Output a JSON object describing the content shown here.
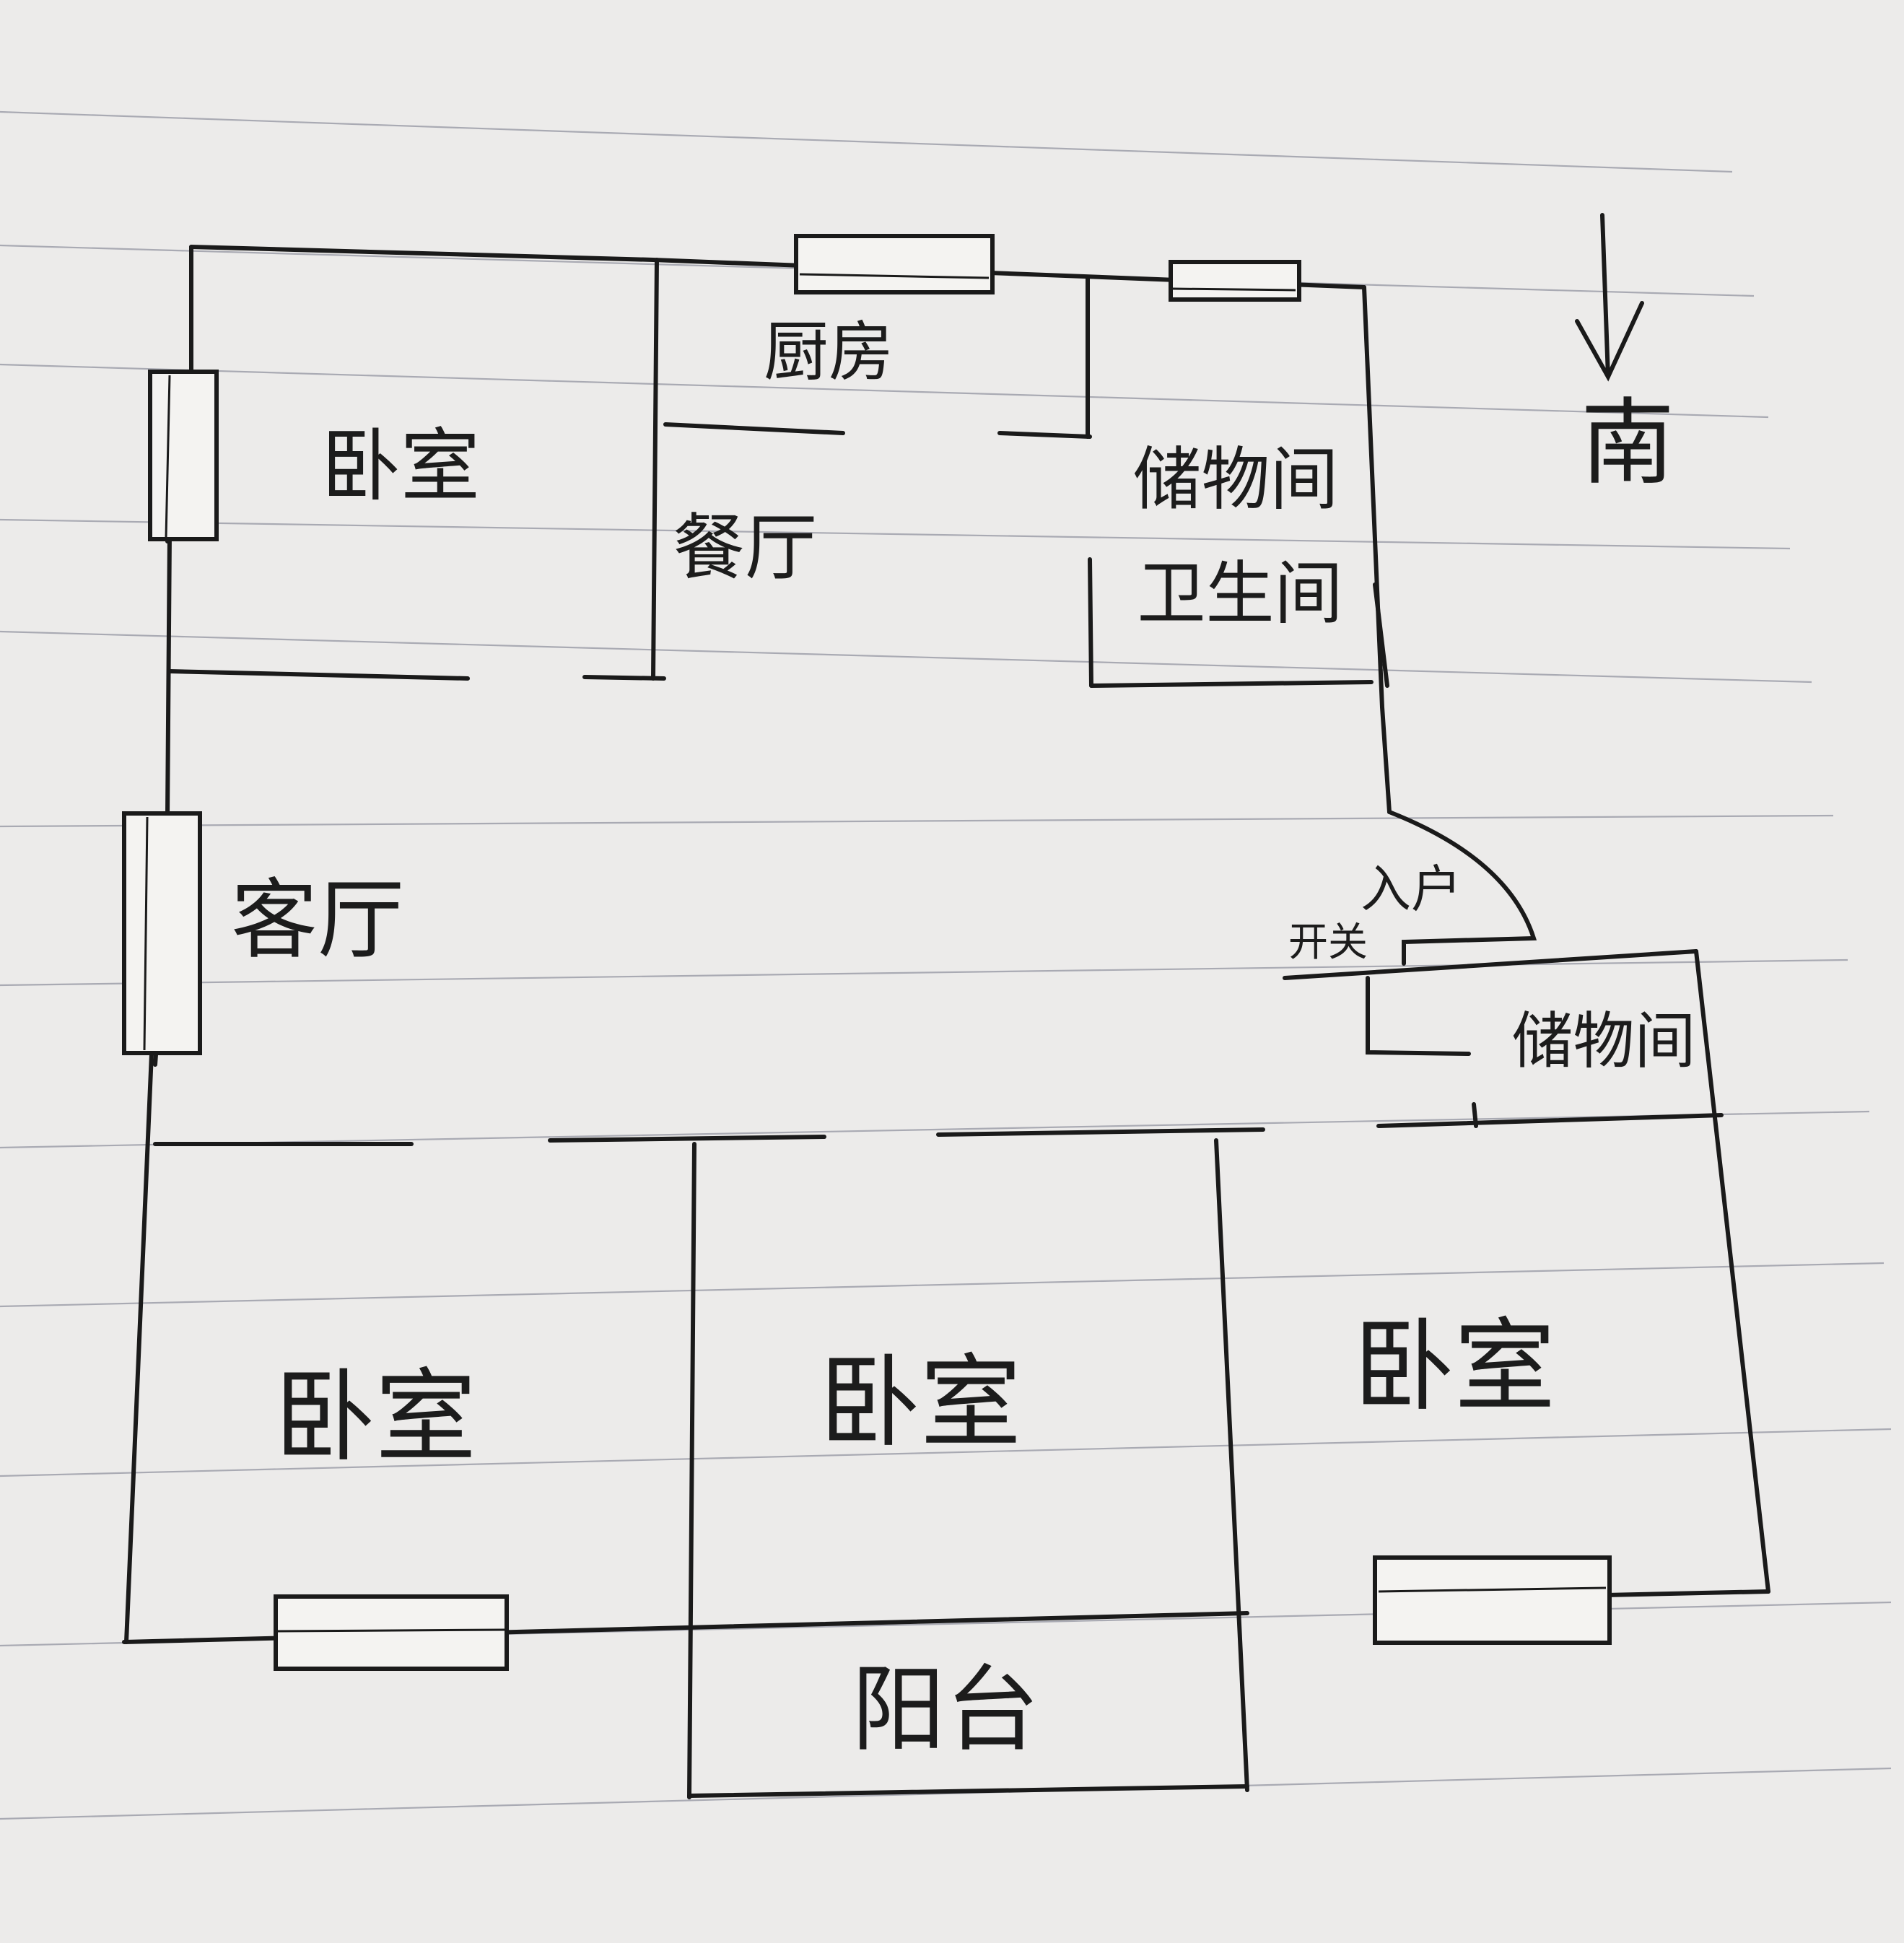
{
  "floor_plan": {
    "compass": {
      "label": "南",
      "icon": "arrow-down-icon"
    },
    "rooms": {
      "bedroom_top_left": "卧室",
      "kitchen": "厨房",
      "dining": "餐厅",
      "storage_top": "储物间",
      "bathroom": "卫生间",
      "living_room": "客厅",
      "entrance": "入户",
      "switch": "开关",
      "storage_right": "储物间",
      "bedroom_bottom_left": "卧室",
      "bedroom_bottom_middle": "卧室",
      "bedroom_bottom_right": "卧室",
      "balcony": "阳台"
    },
    "colors": {
      "paper": "#ecebea",
      "ink": "#1a1a1a",
      "rule_line": "#a9aab3"
    }
  }
}
